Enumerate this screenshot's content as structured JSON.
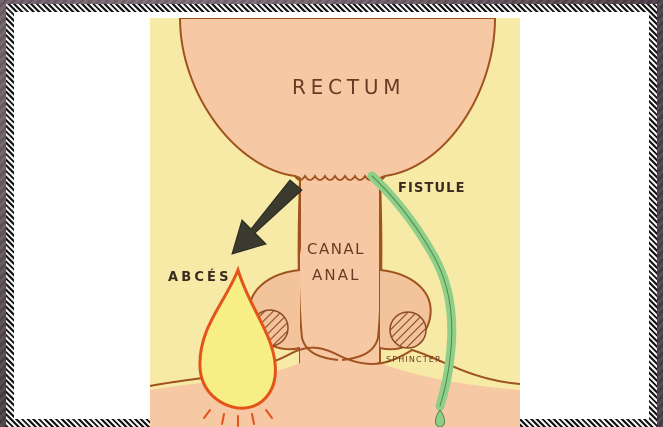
{
  "figure": {
    "labels": {
      "rectum": "RECTUM",
      "canal_line1": "CANAL",
      "canal_line2": "ANAL",
      "abscess": "ABCÉS",
      "fistula": "FISTULE",
      "sphincter": "SPHINCTER"
    },
    "colors": {
      "tissue": "#f6c9a4",
      "background_panel": "#f6eaa6",
      "outline": "#a0521f",
      "abscess_fill": "#f7ef85",
      "abscess_outline": "#e3531a",
      "fistula": "#8fcf8a",
      "arrow": "#3b3a2e",
      "sphincter_hatch": "#8b4a24"
    }
  }
}
